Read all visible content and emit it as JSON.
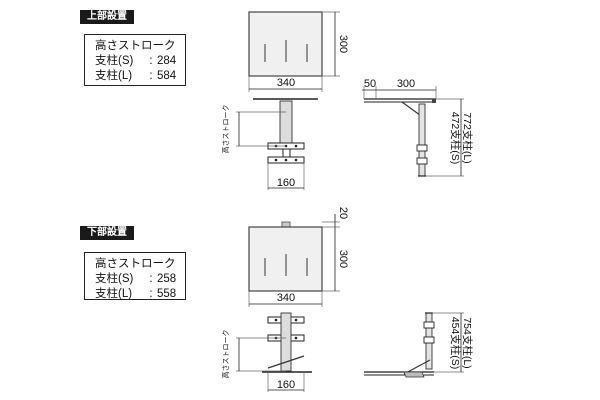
{
  "upper": {
    "title": "上部設置",
    "stroke_label": "高さストローク",
    "pillar_s_label": "支柱(S)",
    "pillar_s_value": "284",
    "pillar_l_label": "支柱(L)",
    "pillar_l_value": "584",
    "sep": ":",
    "dim_width": "340",
    "dim_height": "300",
    "dim_base": "160",
    "dim_offset": "50",
    "dim_depth": "300",
    "side_stroke_label": "高さストローク",
    "dim_s_total": "472支柱(S)",
    "dim_l_total": "772支柱(L)"
  },
  "lower": {
    "title": "下部設置",
    "stroke_label": "高さストローク",
    "pillar_s_label": "支柱(S)",
    "pillar_s_value": "258",
    "pillar_l_label": "支柱(L)",
    "pillar_l_value": "558",
    "sep": ":",
    "dim_width": "340",
    "dim_height": "300",
    "dim_top": "20",
    "dim_base": "160",
    "side_stroke_label": "高さストローク",
    "dim_s_total": "454支柱(S)",
    "dim_l_total": "754支柱(L)"
  }
}
